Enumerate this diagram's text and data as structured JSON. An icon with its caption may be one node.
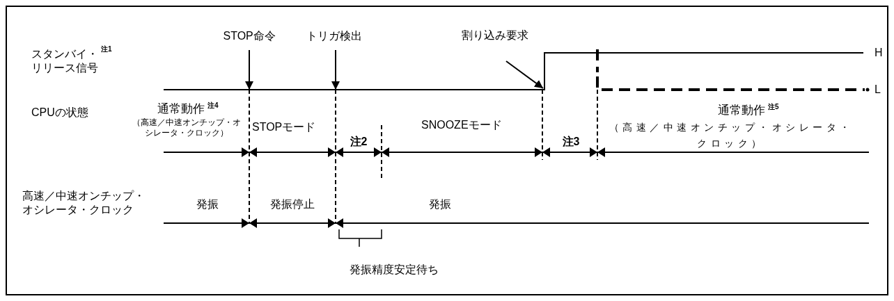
{
  "diagram": {
    "nodes": [
      {
        "text": [
          "STOP命令"
        ]
      },
      {
        "text": [
          "トリガ検出"
        ]
      },
      {
        "text": [
          "割り込み要求"
        ]
      }
    ],
    "edges": [
      {
        "from": 0,
        "to": null,
        "arrow": "to"
      },
      {
        "from": 1,
        "to": null,
        "arrow": "to"
      },
      {
        "from": 2,
        "to": null,
        "arrow": "to"
      }
    ],
    "labels": [
      "H",
      "スタンバイ・リリース信号$^{注1}$",
      "L",
      "CPUの状態",
      "通常動作$^{注4}$",
      "（高速／中速オンチップ・オシレータ・クロック）",
      "STOPモード",
      "SNOOZEモード",
      "通常動作$^{注5}$",
      "（高速／中速オンチップ・オシレータ・クロック）",
      "注2",
      "注3",
      "高速／中速オンチップ・オシレータ・クロック",
      "発振",
      "発振停止",
      "発振",
      "発振精度安定待ち"
    ]
  }
}
